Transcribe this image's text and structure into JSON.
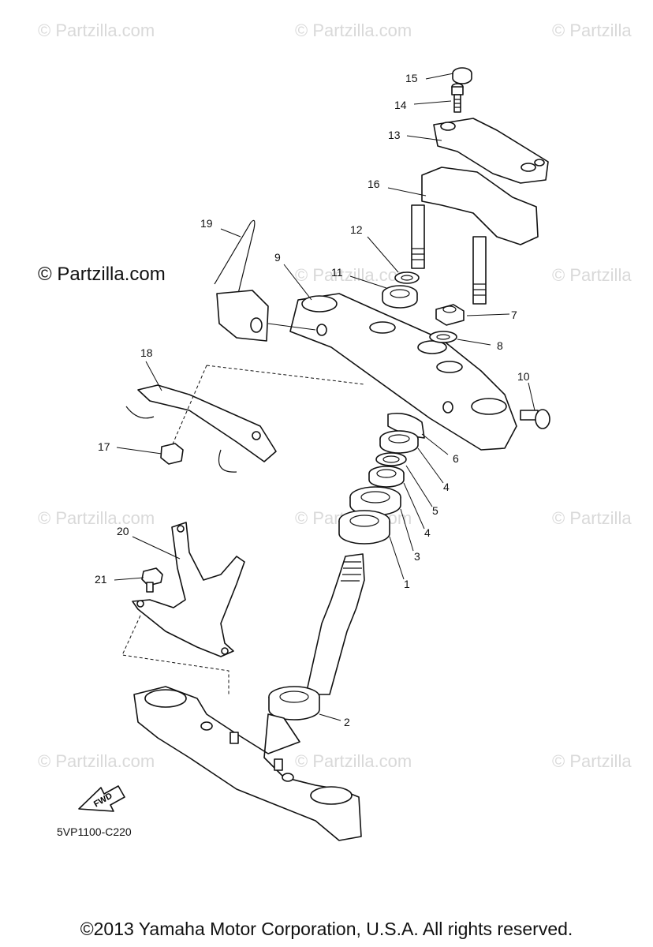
{
  "watermarks": {
    "text": "© Partzilla.com",
    "partial_text": "© Partzilla"
  },
  "diagram": {
    "code": "5VP1100-C220",
    "fwd_label": "FWD",
    "callouts": [
      "1",
      "2",
      "3",
      "4",
      "4",
      "5",
      "6",
      "7",
      "8",
      "9",
      "10",
      "11",
      "12",
      "13",
      "14",
      "15",
      "16",
      "17",
      "18",
      "19",
      "20",
      "21"
    ]
  },
  "footer": {
    "copyright": "©2013 Yamaha Motor Corporation, U.S.A. All rights reserved."
  }
}
